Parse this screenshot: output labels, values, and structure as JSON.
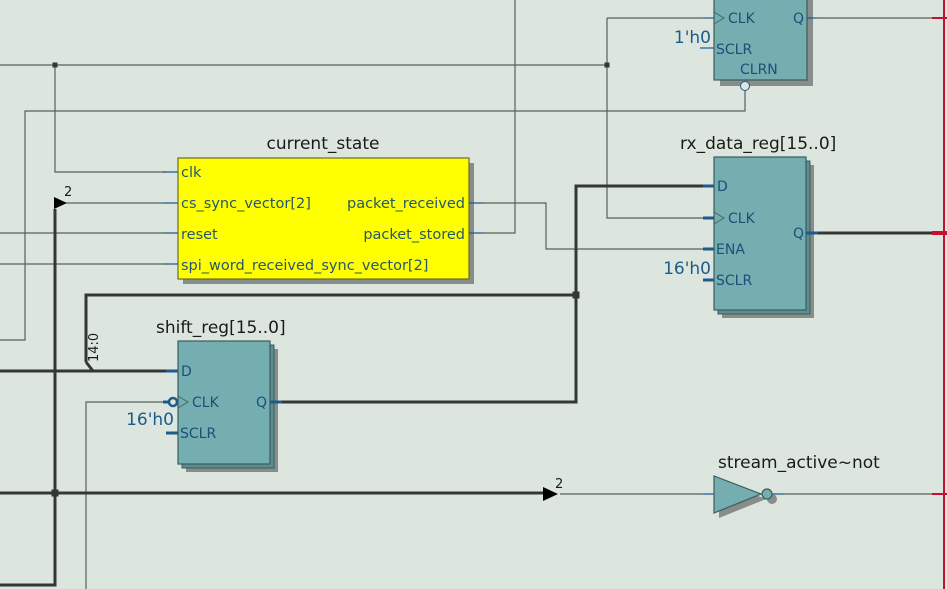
{
  "blocks": {
    "current_state": {
      "name": "current_state",
      "inputs": [
        "clk",
        "cs_sync_vector[2]",
        "reset",
        "spi_word_received_sync_vector[2]"
      ],
      "outputs": [
        "packet_received",
        "packet_stored"
      ]
    },
    "top_reg": {
      "pins": {
        "clk": "CLK",
        "sclr": "SCLR",
        "clrn": "CLRN",
        "q": "Q"
      },
      "sclr_const": "1'h0"
    },
    "rx_data_reg": {
      "name": "rx_data_reg[15..0]",
      "pins": {
        "d": "D",
        "clk": "CLK",
        "ena": "ENA",
        "sclr": "SCLR",
        "q": "Q"
      },
      "sclr_const": "16'h0"
    },
    "shift_reg": {
      "name": "shift_reg[15..0]",
      "pins": {
        "d": "D",
        "clk": "CLK",
        "sclr": "SCLR",
        "q": "Q"
      },
      "sclr_const": "16'h0"
    },
    "inverter": {
      "name": "stream_active~not"
    }
  },
  "buses": {
    "cs_sync_width": "2",
    "stream_width": "2",
    "shift_slice": "14:0"
  },
  "colors": {
    "background": "#dde6de",
    "register_fill": "#74aeb0",
    "state_machine_fill": "#ffff00",
    "pin_label": "#1d4f78",
    "output_port_boundary": "#c8102e"
  }
}
